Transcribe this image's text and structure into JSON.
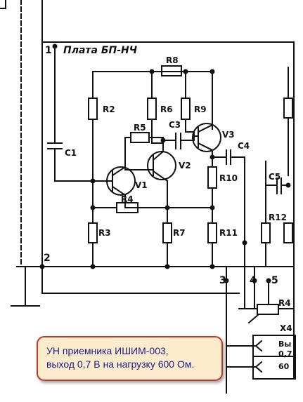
{
  "schematic": {
    "board_label": "Плата БП-НЧ",
    "pins": {
      "p1": "1",
      "p2": "2",
      "p3": "3",
      "p4": "4",
      "p5": "5"
    },
    "resistors": {
      "r2": "R2",
      "r3": "R3",
      "r4": "R4",
      "r5": "R5",
      "r6": "R6",
      "r7": "R7",
      "r8": "R8",
      "r9": "R9",
      "r10": "R10",
      "r11": "R11",
      "r12": "R12",
      "r4_ext": "R4"
    },
    "capacitors": {
      "c1": "C1",
      "c3": "C3",
      "c4": "C4",
      "c5": "C5"
    },
    "transistors": {
      "v1": "V1",
      "v2": "V2",
      "v3": "V3"
    },
    "connector": {
      "x4": "X4",
      "line1": "Вы",
      "line2": "0,7",
      "line3": "60"
    }
  },
  "note": {
    "line1": "УН приемника ИШИМ-003,",
    "line2": "выход 0,7 В на нагрузку 600 Ом."
  }
}
